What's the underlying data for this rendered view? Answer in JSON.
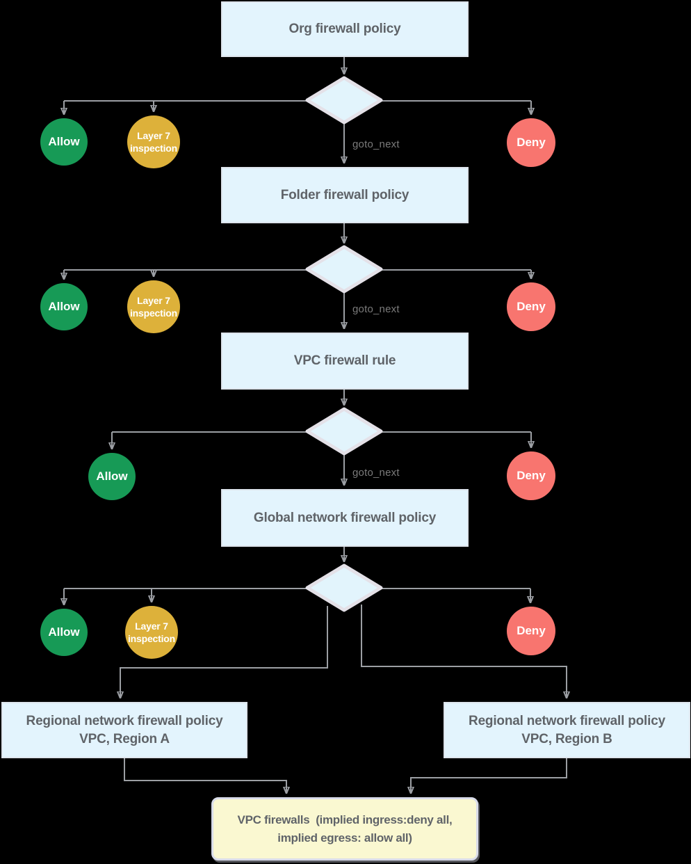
{
  "colors": {
    "background": "#000000",
    "process_box_fill": "#e3f4fd",
    "process_box_border": "#dde4ec",
    "diamond_fill": "#e2f4fc",
    "diamond_border": "#e4e1e8",
    "allow_green": "#179a56",
    "layer7_gold": "#ddb13a",
    "deny_red": "#f8756f",
    "terminal_fill": "#faf8d1",
    "terminal_border": "#d9dcea",
    "node_text": "#5f6368",
    "edge_label_text": "#7b7b7b",
    "connector_gray": "#9c9fa4"
  },
  "nodes": {
    "org": {
      "label": "Org firewall policy"
    },
    "folder": {
      "label": "Folder firewall policy"
    },
    "vpc_rule": {
      "label": "VPC firewall rule"
    },
    "global": {
      "label": "Global network firewall policy"
    },
    "regional_a": {
      "line1": "Regional network firewall policy",
      "line2": "VPC, Region A"
    },
    "regional_b": {
      "line1": "Regional network firewall policy",
      "line2": "VPC, Region B"
    },
    "vpc_firewalls": {
      "line1": "VPC firewalls  (implied ingress:deny all,",
      "line2": "implied egress: allow all)"
    }
  },
  "outcomes": {
    "allow": "Allow",
    "layer7_line1": "Layer 7",
    "layer7_line2": "inspection",
    "deny": "Deny"
  },
  "edge_labels": {
    "goto_next": "goto_next"
  }
}
